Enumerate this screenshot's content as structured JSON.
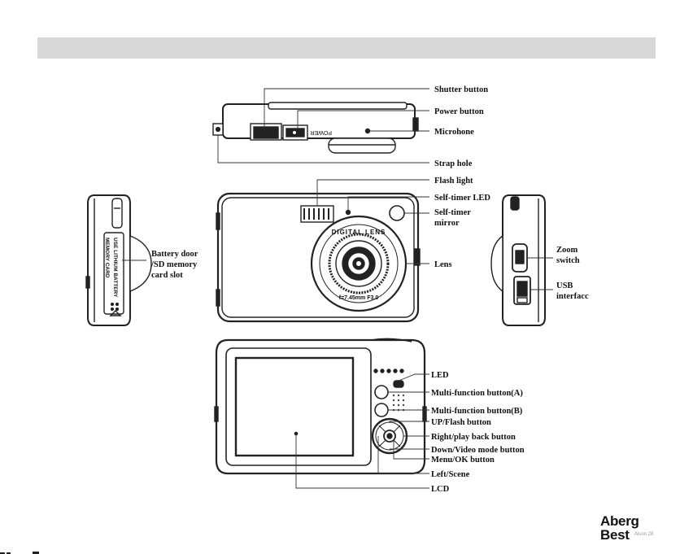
{
  "header_bar_color": "#d8d8d8",
  "labels": {
    "shutter_button": "Shutter button",
    "power_button": "Power button",
    "microphone": "Microhone",
    "strap_hole": "Strap hole",
    "flash_light": "Flash light",
    "self_timer_led": "Self-timer LED",
    "self_timer_mirror_l1": "Self-timer",
    "self_timer_mirror_l2": "mirror",
    "lens": "Lens",
    "battery_door_l1": "Battery door",
    "battery_door_l2": "/SD memory",
    "battery_door_l3": "card slot",
    "zoom_switch_l1": "Zoom",
    "zoom_switch_l2": "switch",
    "usb_interface_l1": "USB",
    "usb_interface_l2": "interfacc",
    "led": "LED",
    "multi_a": "Multi-function button(A)",
    "multi_b": "Multi-function button(B)",
    "up_flash": "UP/Flash button",
    "right_playback": "Right/play back button",
    "down_video": "Down/Video mode button",
    "menu_ok": "Menu/OK button",
    "left_scene": "Left/Scene",
    "lcd": "LCD"
  },
  "camera_text": {
    "power_label": "POWER",
    "digital_lens": "DIGITAL LENS",
    "lens_spec": "f=7.45mm F3.0",
    "battery_text": "USE LITHIUM BATTERY",
    "memory_card": "MEMORY CARD"
  },
  "logo": {
    "line1": "Aberg",
    "line2": "Best",
    "tagline": "Alson 28"
  }
}
